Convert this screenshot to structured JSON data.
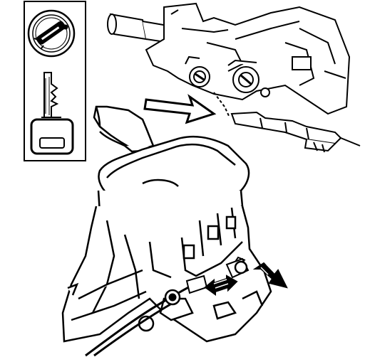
{
  "figure": {
    "kind": "technical line illustration",
    "line_color": "#000000",
    "background_color": "#ffffff"
  },
  "inset_panel": {
    "items": [
      {
        "name": "ignition-lock-symbol-icon"
      },
      {
        "name": "ignition-key-icon"
      }
    ]
  },
  "main_drawing": {
    "components": [
      {
        "name": "steering-column-lock-cylinder"
      },
      {
        "name": "hand-pressing-shift-lever"
      },
      {
        "name": "gear-shift-housing"
      },
      {
        "name": "shift-lock-cable"
      },
      {
        "name": "cable-end-connector"
      }
    ],
    "arrows": [
      {
        "name": "direction-arrow-outline",
        "direction": "right"
      },
      {
        "name": "direction-arrow-double-headed",
        "direction": "left-right"
      },
      {
        "name": "direction-arrow-solid",
        "direction": "down-right"
      }
    ]
  }
}
